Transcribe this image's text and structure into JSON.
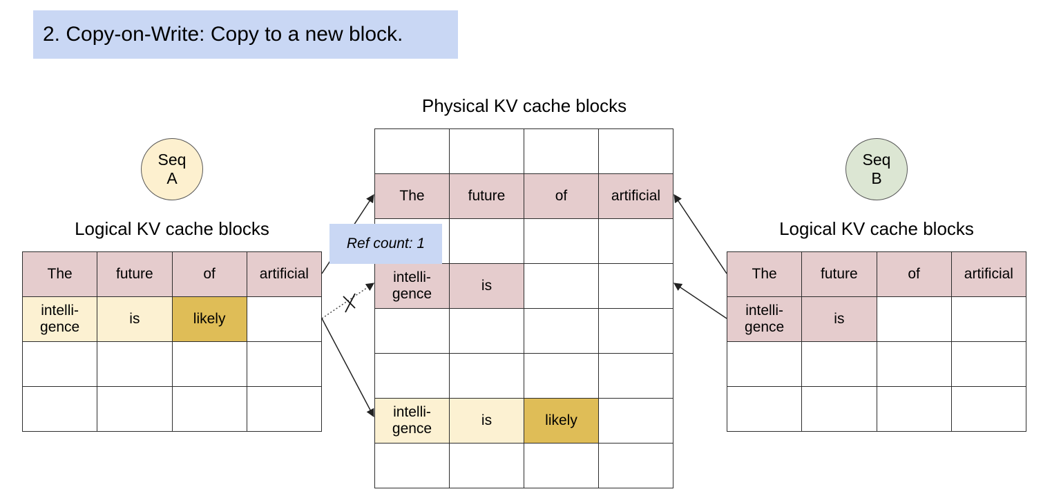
{
  "banner": "2. Copy-on-Write: Copy to a new block.",
  "colors": {
    "shared_block": "#e5cccd",
    "seq_a_light": "#fcf1d2",
    "seq_a_dark": "#dfbd57",
    "empty": "#ffffff",
    "banner_bg": "#c9d7f4",
    "seq_a_circle": "#fdf0cf",
    "seq_b_circle": "#dce6d3"
  },
  "seq_a": {
    "circle_line1": "Seq",
    "circle_line2": "A",
    "title": "Logical KV cache blocks",
    "rows": [
      [
        {
          "t": "The",
          "c": "shared_block"
        },
        {
          "t": "future",
          "c": "shared_block"
        },
        {
          "t": "of",
          "c": "shared_block"
        },
        {
          "t": "artificial",
          "c": "shared_block"
        }
      ],
      [
        {
          "t": "intelli-\ngence",
          "c": "seq_a_light"
        },
        {
          "t": "is",
          "c": "seq_a_light"
        },
        {
          "t": "likely",
          "c": "seq_a_dark"
        },
        {
          "t": "",
          "c": "empty"
        }
      ],
      [
        {
          "t": "",
          "c": "empty"
        },
        {
          "t": "",
          "c": "empty"
        },
        {
          "t": "",
          "c": "empty"
        },
        {
          "t": "",
          "c": "empty"
        }
      ],
      [
        {
          "t": "",
          "c": "empty"
        },
        {
          "t": "",
          "c": "empty"
        },
        {
          "t": "",
          "c": "empty"
        },
        {
          "t": "",
          "c": "empty"
        }
      ]
    ]
  },
  "physical": {
    "title": "Physical KV cache blocks",
    "rows": [
      [
        {
          "t": "",
          "c": "empty"
        },
        {
          "t": "",
          "c": "empty"
        },
        {
          "t": "",
          "c": "empty"
        },
        {
          "t": "",
          "c": "empty"
        }
      ],
      [
        {
          "t": "The",
          "c": "shared_block"
        },
        {
          "t": "future",
          "c": "shared_block"
        },
        {
          "t": "of",
          "c": "shared_block"
        },
        {
          "t": "artificial",
          "c": "shared_block"
        }
      ],
      [
        {
          "t": "",
          "c": "empty"
        },
        {
          "t": "",
          "c": "empty"
        },
        {
          "t": "",
          "c": "empty"
        },
        {
          "t": "",
          "c": "empty"
        }
      ],
      [
        {
          "t": "intelli-\ngence",
          "c": "shared_block"
        },
        {
          "t": "is",
          "c": "shared_block"
        },
        {
          "t": "",
          "c": "empty"
        },
        {
          "t": "",
          "c": "empty"
        }
      ],
      [
        {
          "t": "",
          "c": "empty"
        },
        {
          "t": "",
          "c": "empty"
        },
        {
          "t": "",
          "c": "empty"
        },
        {
          "t": "",
          "c": "empty"
        }
      ],
      [
        {
          "t": "",
          "c": "empty"
        },
        {
          "t": "",
          "c": "empty"
        },
        {
          "t": "",
          "c": "empty"
        },
        {
          "t": "",
          "c": "empty"
        }
      ],
      [
        {
          "t": "intelli-\ngence",
          "c": "seq_a_light"
        },
        {
          "t": "is",
          "c": "seq_a_light"
        },
        {
          "t": "likely",
          "c": "seq_a_dark"
        },
        {
          "t": "",
          "c": "empty"
        }
      ],
      [
        {
          "t": "",
          "c": "empty"
        },
        {
          "t": "",
          "c": "empty"
        },
        {
          "t": "",
          "c": "empty"
        },
        {
          "t": "",
          "c": "empty"
        }
      ]
    ]
  },
  "seq_b": {
    "circle_line1": "Seq",
    "circle_line2": "B",
    "title": "Logical KV cache blocks",
    "rows": [
      [
        {
          "t": "The",
          "c": "shared_block"
        },
        {
          "t": "future",
          "c": "shared_block"
        },
        {
          "t": "of",
          "c": "shared_block"
        },
        {
          "t": "artificial",
          "c": "shared_block"
        }
      ],
      [
        {
          "t": "intelli-\ngence",
          "c": "shared_block"
        },
        {
          "t": "is",
          "c": "shared_block"
        },
        {
          "t": "",
          "c": "empty"
        },
        {
          "t": "",
          "c": "empty"
        }
      ],
      [
        {
          "t": "",
          "c": "empty"
        },
        {
          "t": "",
          "c": "empty"
        },
        {
          "t": "",
          "c": "empty"
        },
        {
          "t": "",
          "c": "empty"
        }
      ],
      [
        {
          "t": "",
          "c": "empty"
        },
        {
          "t": "",
          "c": "empty"
        },
        {
          "t": "",
          "c": "empty"
        },
        {
          "t": "",
          "c": "empty"
        }
      ]
    ]
  },
  "ref_count": "Ref count: 1"
}
